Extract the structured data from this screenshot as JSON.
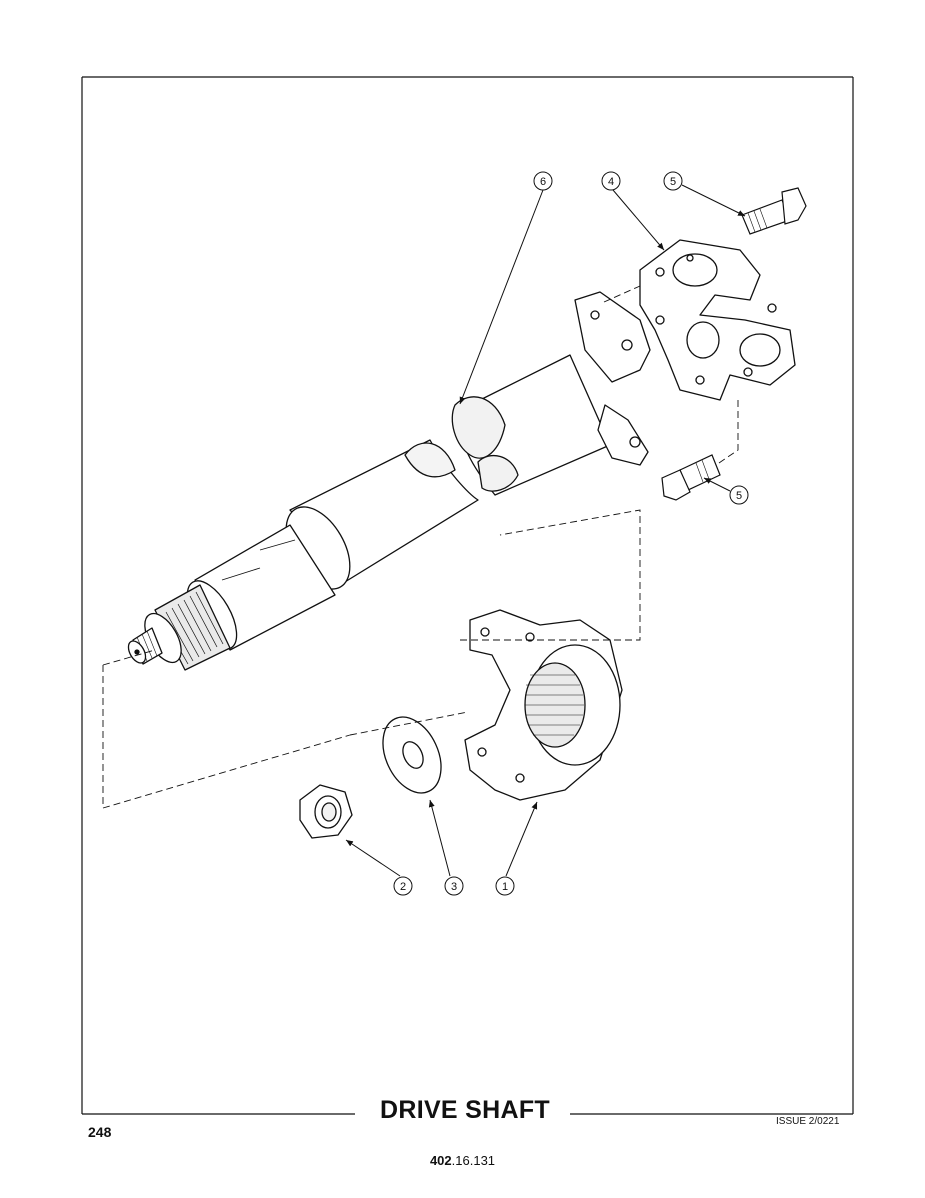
{
  "title": "DRIVE SHAFT",
  "page_number": "248",
  "issue": "ISSUE 2/0221",
  "reference": {
    "bold": "402",
    "rest": ".16.131"
  },
  "callouts": {
    "c1": "1",
    "c2": "2",
    "c3": "3",
    "c4": "4",
    "c5a": "5",
    "c5b": "5",
    "c6": "6"
  }
}
